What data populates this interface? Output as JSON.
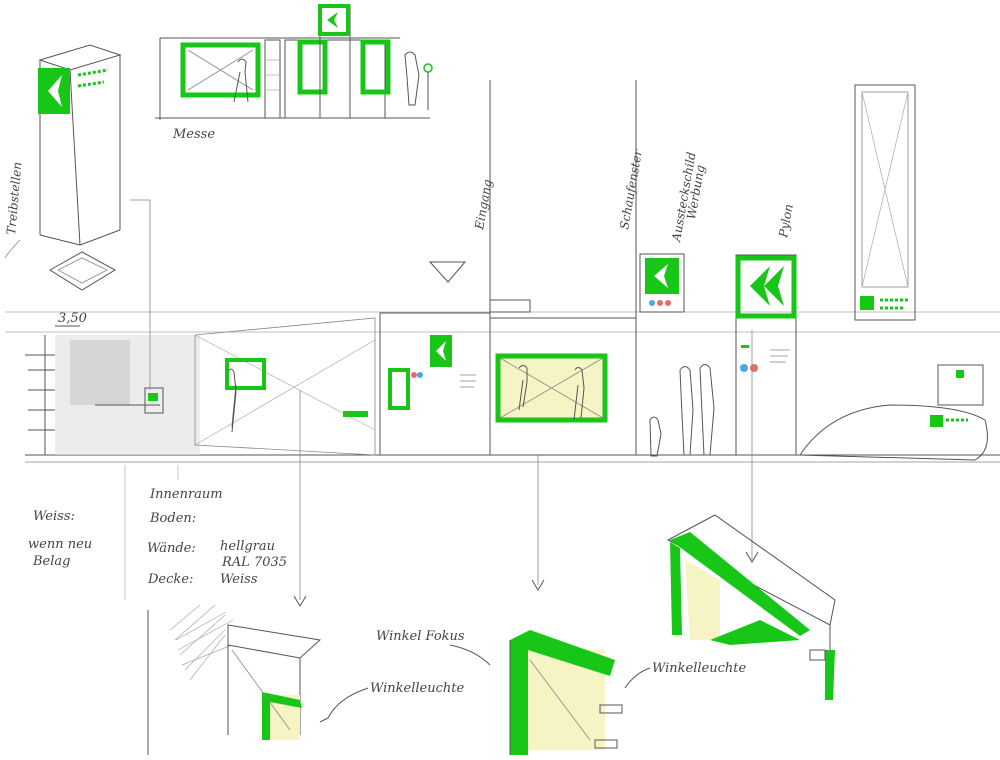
{
  "colors": {
    "paper": "#ffffff",
    "pencil": "#555555",
    "marker_green": "#17c617",
    "highlight_yellow": "#f6f3c4",
    "marker_blue": "#4aa8e8",
    "marker_red": "#e86a6a"
  },
  "annotations": {
    "messe": "Messe",
    "pylon_left": "Treibstellen",
    "eingang": "Eingang",
    "schaufenster": "Schaufenster",
    "aussteck": "Aussteckschild",
    "werbung": "Werbung",
    "pylon_right": "Pylon",
    "hoehe": "3,50",
    "innenraum": "Innenraum",
    "boden": "Boden:",
    "waende": "Wände:",
    "hellgrau": "hellgrau",
    "ral": "RAL 7035",
    "decke": "Decke:",
    "weiss_decke": "Weiss",
    "weiss_left": "Weiss:",
    "wenn_neu": "wenn neu",
    "belag": "Belag",
    "winkelleuchte_1": "Winkelleuchte",
    "winkel_fokus": "Winkel Fokus",
    "winkelleuchte_2": "Winkelleuchte"
  }
}
